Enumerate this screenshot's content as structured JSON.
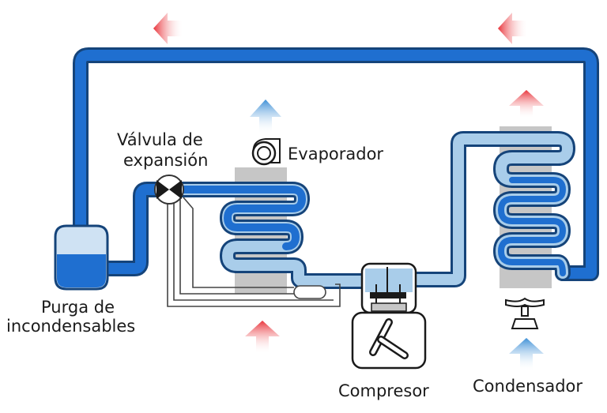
{
  "labels": {
    "valve_line1": "Válvula de",
    "valve_line2": "expansión",
    "evaporator": "Evaporador",
    "purge_line1": "Purga de",
    "purge_line2": "incondensables",
    "compressor": "Compresor",
    "condenser": "Condensador"
  },
  "colors": {
    "pipe_dark": "#1f6fd0",
    "pipe_light": "#a9cdea",
    "pipe_outline": "#15447a",
    "coil_backing": "#c6c6c6",
    "arrow_hot": "#e8333a",
    "arrow_cold": "#3d8fd6"
  },
  "icons": [
    "fan-icon",
    "condenser-fan-icon",
    "expansion-valve-icon",
    "purge-tank-icon",
    "compressor-icon"
  ]
}
